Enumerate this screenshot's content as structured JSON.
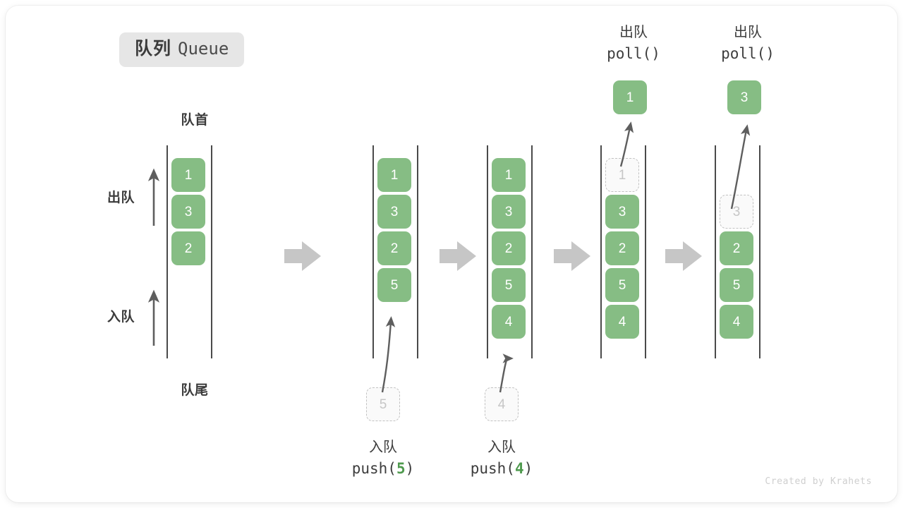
{
  "title": {
    "cn": "队列",
    "en": "Queue"
  },
  "labels": {
    "front": "队首",
    "rear": "队尾",
    "dequeue_arrow": "出队",
    "enqueue_arrow": "入队"
  },
  "watermark": "Created by Krahets",
  "colors": {
    "cell_green": "#86bd84",
    "cell_text": "#ffffff",
    "ghost_border": "#c2c2c2",
    "ghost_fill": "#fafafa",
    "ghost_text": "#c6c6c6",
    "rail": "#4a4a4a",
    "arrow_gray": "#c6c6c6",
    "curve_arrow": "#5e5e5e",
    "badge_bg": "#e6e6e6",
    "text_dark": "#3b3b3b",
    "code_num_green": "#4f9a4e",
    "watermark": "#cfcfcf"
  },
  "columns": [
    {
      "id": "initial",
      "cells": [
        "1",
        "3",
        "2"
      ],
      "ghost": null,
      "ghost_index": null,
      "floating_cell": null,
      "caption_top": null,
      "caption_bottom": null,
      "input_ghost": null
    },
    {
      "id": "after-push-5",
      "cells": [
        "1",
        "3",
        "2",
        "5"
      ],
      "ghost": null,
      "ghost_index": null,
      "floating_cell": null,
      "caption_top": null,
      "caption_bottom": {
        "cn": "入队",
        "code_prefix": "push(",
        "code_num": "5",
        "code_suffix": ")"
      },
      "input_ghost": "5"
    },
    {
      "id": "after-push-4",
      "cells": [
        "1",
        "3",
        "2",
        "5",
        "4"
      ],
      "ghost": null,
      "ghost_index": null,
      "floating_cell": null,
      "caption_top": null,
      "caption_bottom": {
        "cn": "入队",
        "code_prefix": "push(",
        "code_num": "4",
        "code_suffix": ")"
      },
      "input_ghost": "4"
    },
    {
      "id": "poll-1",
      "cells": [
        "3",
        "2",
        "5",
        "4"
      ],
      "ghost": "1",
      "ghost_index": 0,
      "floating_cell": "1",
      "caption_top": {
        "cn": "出队",
        "code": "poll()"
      },
      "caption_bottom": null,
      "input_ghost": null
    },
    {
      "id": "poll-3",
      "cells": [
        "2",
        "5",
        "4"
      ],
      "ghost": "3",
      "ghost_index": 1,
      "floating_cell": "3",
      "caption_top": {
        "cn": "出队",
        "code": "poll()"
      },
      "caption_bottom": null,
      "input_ghost": null
    }
  ],
  "separators": [
    {
      "name": "separator-arrow-1"
    },
    {
      "name": "separator-arrow-2"
    },
    {
      "name": "separator-arrow-3"
    },
    {
      "name": "separator-arrow-4"
    }
  ]
}
